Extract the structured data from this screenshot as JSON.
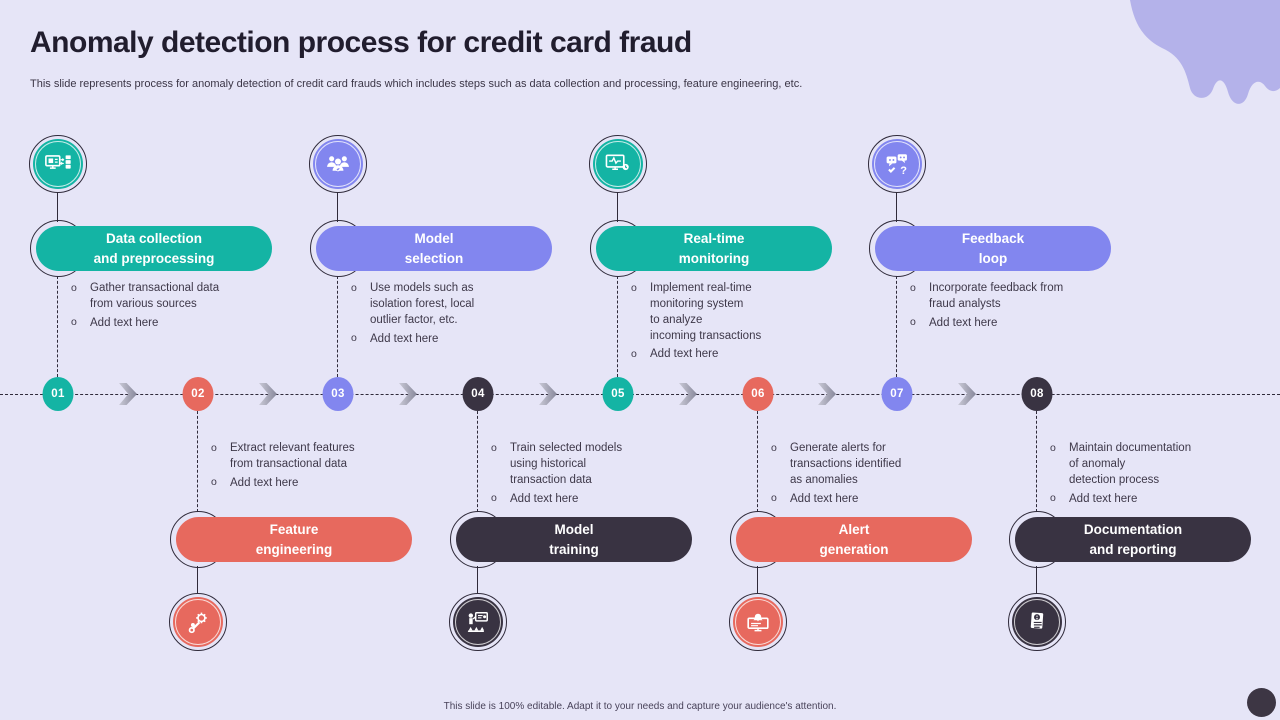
{
  "slide": {
    "title": "Anomaly detection process for credit card fraud",
    "subtitle": "This slide represents process for anomaly detection of credit card frauds which includes steps such as data collection and processing, feature engineering, etc.",
    "footer": "This slide is 100% editable. Adapt it to your needs and capture your audience's attention."
  },
  "colors": {
    "background": "#e6e5f7",
    "teal": "#14b4a4",
    "coral": "#e7695e",
    "purple": "#8286ef",
    "dark": "#393342",
    "blob": "#b4b2ea",
    "line": "#2f2a3a"
  },
  "steps": [
    {
      "number": "01",
      "color": "teal",
      "position": "top",
      "icon": "data-collection-icon",
      "title": "Data collection\nand preprocessing",
      "bullets": [
        "Gather transactional data\nfrom various sources",
        "Add text here"
      ]
    },
    {
      "number": "02",
      "color": "coral",
      "position": "bottom",
      "icon": "feature-engineering-icon",
      "title": "Feature\nengineering",
      "bullets": [
        "Extract relevant features\nfrom transactional data",
        "Add text here"
      ]
    },
    {
      "number": "03",
      "color": "purple",
      "position": "top",
      "icon": "model-selection-icon",
      "title": "Model\nselection",
      "bullets": [
        "Use models such as\nisolation forest, local\noutlier factor, etc.",
        "Add text here"
      ]
    },
    {
      "number": "04",
      "color": "dark",
      "position": "bottom",
      "icon": "model-training-icon",
      "title": "Model\ntraining",
      "bullets": [
        "Train selected models\nusing historical\ntransaction data",
        "Add text here"
      ]
    },
    {
      "number": "05",
      "color": "teal",
      "position": "top",
      "icon": "realtime-monitoring-icon",
      "title": "Real-time\nmonitoring",
      "bullets": [
        "Implement real-time\nmonitoring system\nto analyze\nincoming transactions",
        "Add text here"
      ]
    },
    {
      "number": "06",
      "color": "coral",
      "position": "bottom",
      "icon": "alert-generation-icon",
      "title": "Alert\ngeneration",
      "bullets": [
        "Generate alerts for\ntransactions identified\nas anomalies",
        "Add text here"
      ]
    },
    {
      "number": "07",
      "color": "purple",
      "position": "top",
      "icon": "feedback-loop-icon",
      "title": "Feedback\nloop",
      "bullets": [
        "Incorporate feedback from\nfraud analysts",
        "Add text here"
      ]
    },
    {
      "number": "08",
      "color": "dark",
      "position": "bottom",
      "icon": "documentation-icon",
      "title": "Documentation\nand reporting",
      "bullets": [
        "Maintain documentation\nof anomaly\ndetection process",
        "Add text here"
      ]
    }
  ]
}
